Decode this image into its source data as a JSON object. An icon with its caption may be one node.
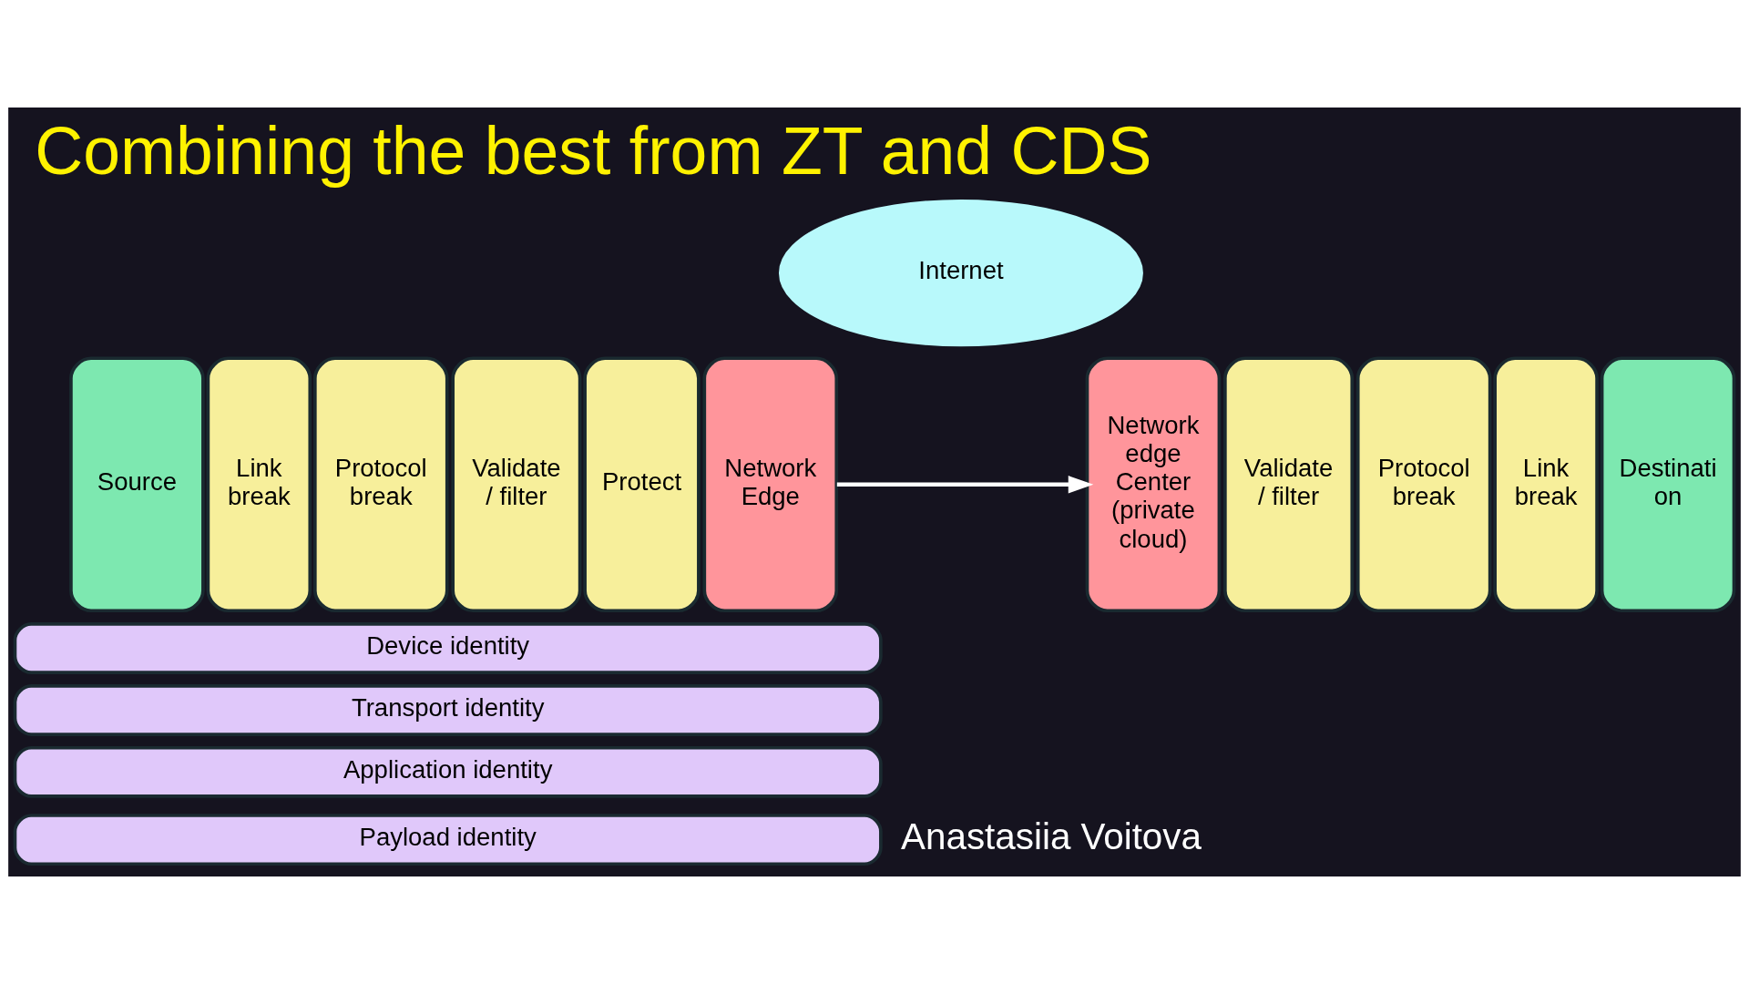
{
  "diagram": {
    "title": "Combining the best from ZT and CDS",
    "nodes": [
      {
        "text": [
          "Source"
        ]
      },
      {
        "text": [
          "Link break"
        ]
      },
      {
        "text": [
          "Protocol break"
        ]
      },
      {
        "text": [
          "Validate / filter"
        ]
      },
      {
        "text": [
          "Protect"
        ]
      },
      {
        "text": [
          "Network Edge"
        ]
      },
      {
        "text": [
          "Internet"
        ]
      },
      {
        "text": [
          "Network edge Center (private cloud)"
        ]
      },
      {
        "text": [
          "Validate / filter"
        ]
      },
      {
        "text": [
          "Protocol break"
        ]
      },
      {
        "text": [
          "Link break"
        ]
      },
      {
        "text": [
          "Destinati on"
        ]
      },
      {
        "text": [
          "Device identity"
        ]
      },
      {
        "text": [
          "Transport identity"
        ]
      },
      {
        "text": [
          "Application identity"
        ]
      },
      {
        "text": [
          "Payload identity"
        ]
      }
    ],
    "edges": [
      {
        "from": 5,
        "to": 7,
        "arrow": "to"
      }
    ],
    "labels": [
      "Anastasiia Voitova"
    ]
  }
}
